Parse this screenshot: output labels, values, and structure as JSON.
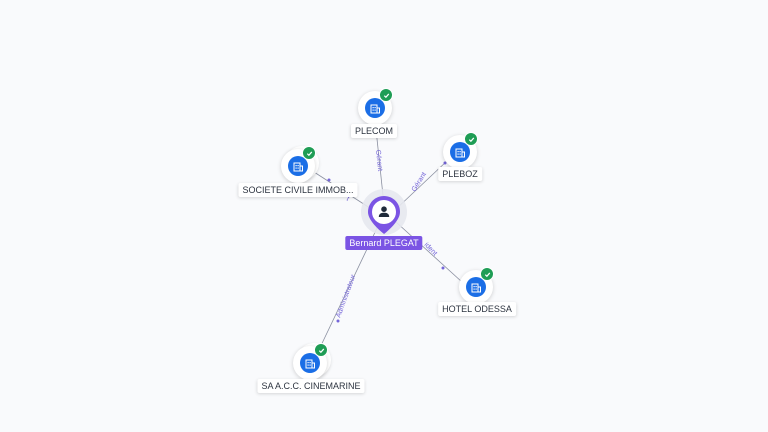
{
  "center": {
    "name": "Bernard PLEGAT"
  },
  "companies": [
    {
      "id": "plecom",
      "name": "PLECOM",
      "role": "Gérant",
      "role_visible": "Gérant",
      "verified": true
    },
    {
      "id": "pleboz",
      "name": "PLEBOZ",
      "role": "Gérant",
      "role_visible": "Gérant",
      "verified": true
    },
    {
      "id": "societe",
      "name": "SOCIETE CIVILE IMMOB...",
      "role": "",
      "role_visible": "t",
      "verified": true
    },
    {
      "id": "hotel",
      "name": "HOTEL ODESSA",
      "role": "",
      "role_visible": "ident",
      "verified": true
    },
    {
      "id": "sa-acc",
      "name": "SA A.C.C. CINEMARINE",
      "role": "Administrateur",
      "role_visible": "Administrateur",
      "verified": true
    }
  ],
  "icons": {
    "company": "building-icon",
    "person": "person-icon",
    "verified": "check-badge-icon"
  },
  "colors": {
    "company": "#1b6ee6",
    "person": "#7b54e4",
    "verified": "#1f9d55",
    "edge": "#8a8fa0",
    "edge_label": "#7566d9"
  }
}
